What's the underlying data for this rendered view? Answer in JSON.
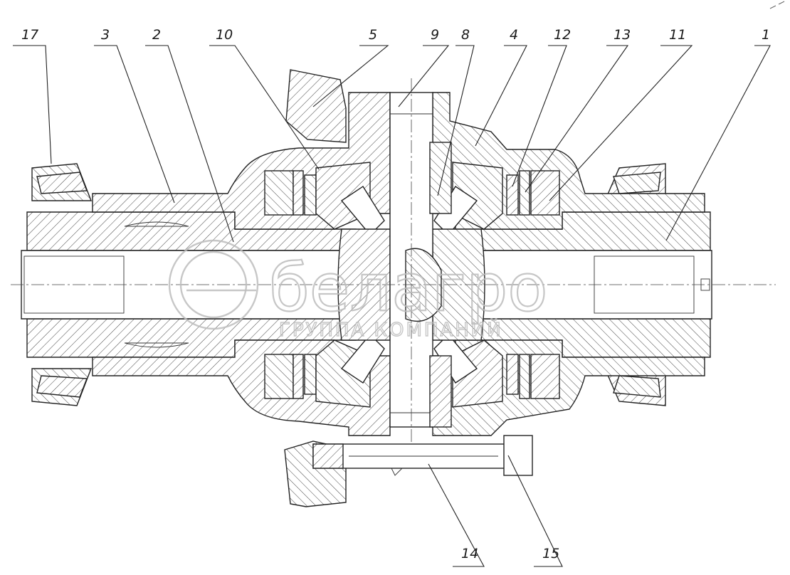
{
  "watermark": {
    "brand": "белагро",
    "subtitle": "ГРУППА КОМПАНИЙ"
  },
  "callouts": [
    {
      "label": "17"
    },
    {
      "label": "3"
    },
    {
      "label": "2"
    },
    {
      "label": "10"
    },
    {
      "label": "5"
    },
    {
      "label": "9"
    },
    {
      "label": "8"
    },
    {
      "label": "4"
    },
    {
      "label": "12"
    },
    {
      "label": "13"
    },
    {
      "label": "11"
    },
    {
      "label": "1"
    },
    {
      "label": "14"
    },
    {
      "label": "15"
    }
  ]
}
